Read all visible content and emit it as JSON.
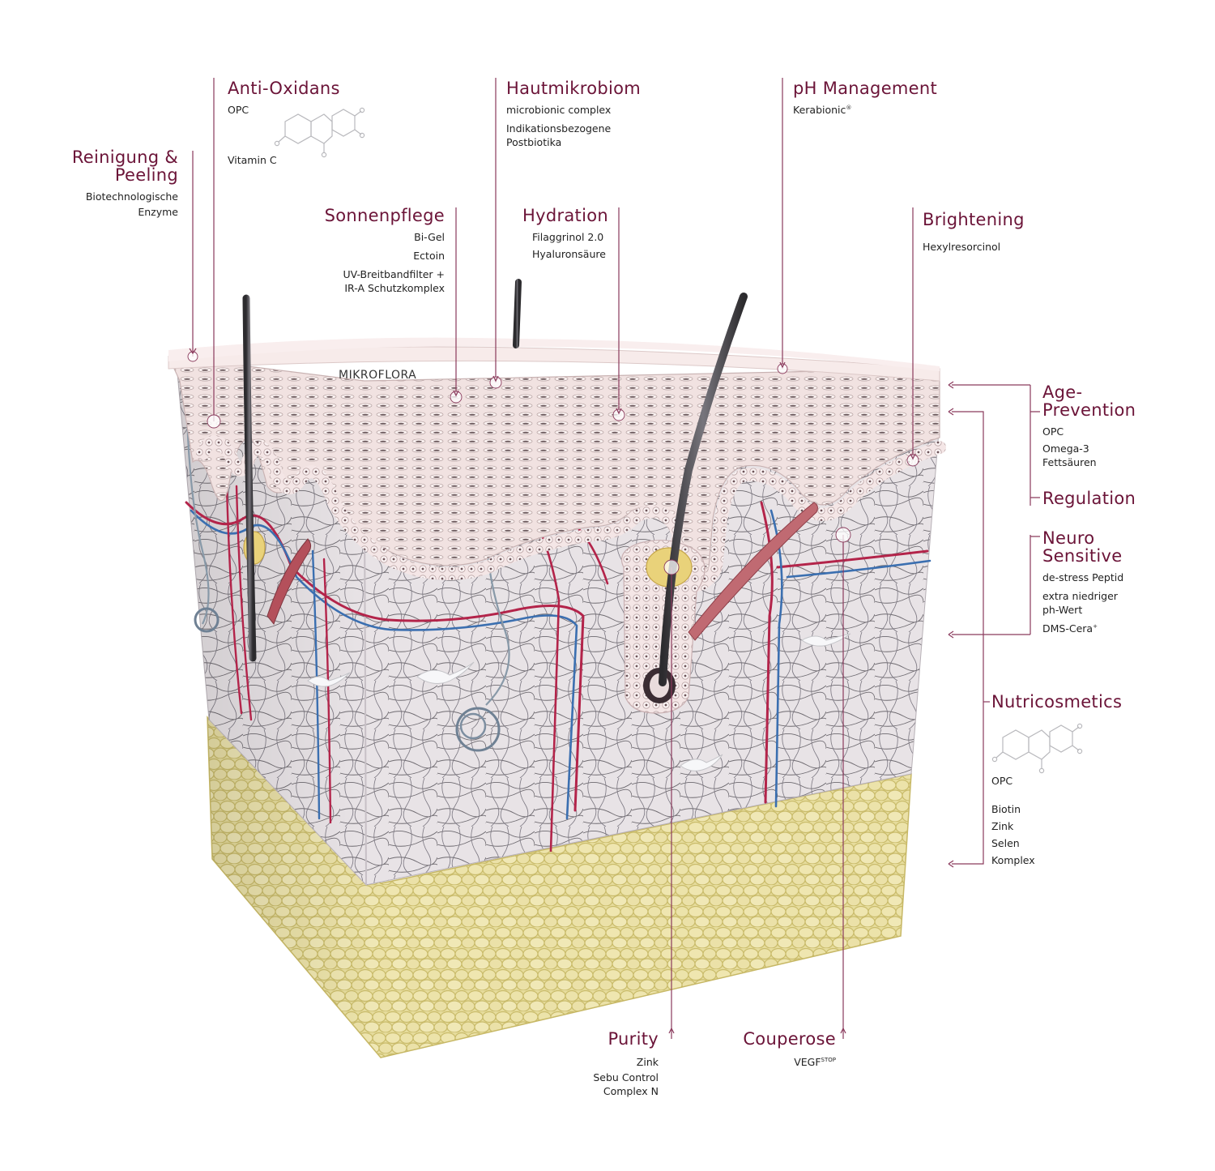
{
  "microflora_label": "MIKROFLORA",
  "callouts": {
    "reinigung": {
      "title_line1": "Reinigung &",
      "title_line2": "Peeling",
      "items": [
        "Biotechnologische",
        "Enzyme"
      ]
    },
    "anti_oxidans": {
      "title": "Anti-Oxidans",
      "items": [
        "OPC",
        "Vitamin C"
      ]
    },
    "hautmikrobiom": {
      "title": "Hautmikrobiom",
      "items": [
        "microbionic complex",
        "Indikationsbezogene",
        "Postbiotika"
      ]
    },
    "ph_management": {
      "title": "pH Management",
      "item": "Kerabionic",
      "item_mark": "®"
    },
    "sonnenpflege": {
      "title": "Sonnenpflege",
      "items": [
        "Bi-Gel",
        "Ectoin",
        "UV-Breitbandfilter +",
        "IR-A Schutzkomplex"
      ]
    },
    "hydration": {
      "title": "Hydration",
      "items": [
        "Filaggrinol 2.0",
        "Hyaluronsäure"
      ]
    },
    "brightening": {
      "title": "Brightening",
      "items": [
        "Hexylresorcinol"
      ]
    },
    "age_prevention": {
      "title_line1": "Age-",
      "title_line2": "Prevention",
      "items": [
        "OPC",
        "Omega-3",
        "Fettsäuren"
      ]
    },
    "regulation": {
      "title": "Regulation"
    },
    "neuro_sensitive": {
      "title_line1": "Neuro",
      "title_line2": "Sensitive",
      "items": [
        "de-stress Peptid",
        "extra niedriger",
        "ph-Wert",
        "DMS-Cera"
      ],
      "dms_mark": "+"
    },
    "nutricosmetics": {
      "title": "Nutricosmetics",
      "items": [
        "OPC",
        "Biotin",
        "Zink",
        "Selen",
        "Komplex"
      ]
    },
    "purity": {
      "title": "Purity",
      "items": [
        "Zink",
        "Sebu Control",
        "Complex N"
      ]
    },
    "couperose": {
      "title": "Couperose",
      "item": "VEGF",
      "item_mark": "STOP"
    }
  },
  "colors": {
    "accent": "#6b1438",
    "leader": "#8a3a5c",
    "epidermis": "#f3e4e4",
    "dermis": "#e9e4e7",
    "fat": "#e9dfa2",
    "vessel_red": "#b3244a",
    "vessel_blue": "#3b6fb0"
  }
}
